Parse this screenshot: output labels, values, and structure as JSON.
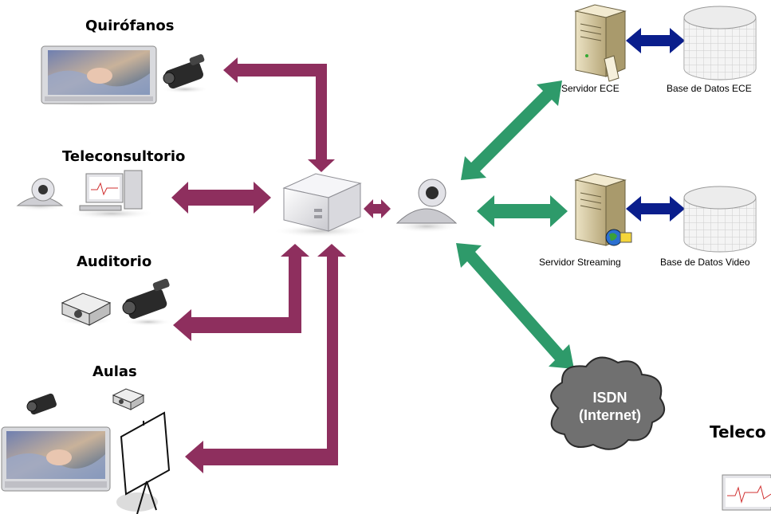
{
  "sections": {
    "quirofanos": "Quirófanos",
    "teleconsultorio": "Teleconsultorio",
    "auditorio": "Auditorio",
    "aulas": "Aulas",
    "teleco": "Teleco"
  },
  "servers": {
    "ece_server": "Servidor ECE",
    "ece_db": "Base de Datos ECE",
    "streaming_server": "Servidor Streaming",
    "video_db": "Base de Datos Video"
  },
  "cloud": {
    "line1": "ISDN",
    "line2": "(Internet)"
  },
  "colors": {
    "local_link": "#8E2F5E",
    "network_link": "#2E9A6A",
    "db_link": "#0A1E8C",
    "cloud": "#6E6E6E"
  }
}
